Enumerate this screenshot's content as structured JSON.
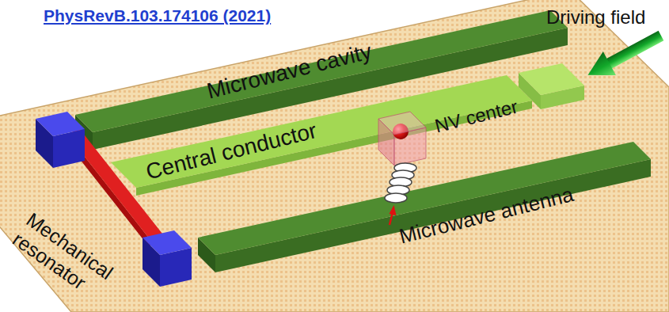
{
  "diagram": {
    "labels": [
      "PhysRevB.103.174106 (2021)",
      "Driving field",
      "Microwave cavity",
      "Central conductor",
      "NV center",
      "Microwave antenna",
      "Mechanical resonator"
    ]
  }
}
